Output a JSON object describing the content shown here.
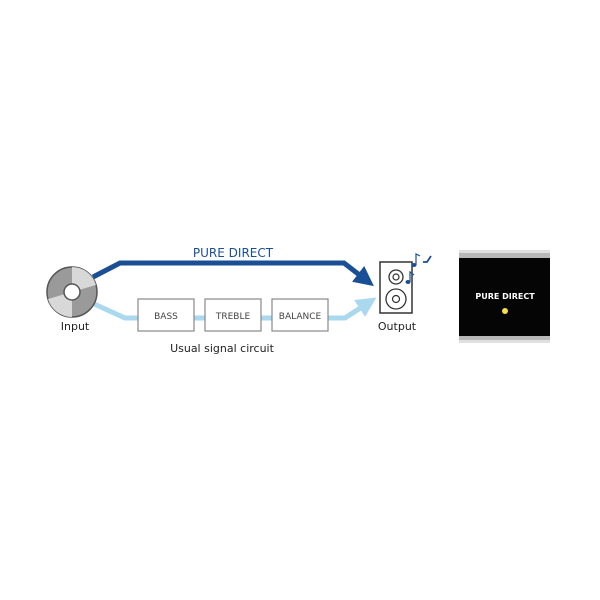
{
  "diagram": {
    "direct_path_label": "PURE DIRECT",
    "input_label": "Input",
    "output_label": "Output",
    "circuit_label": "Usual signal circuit",
    "stages": [
      "BASS",
      "TREBLE",
      "BALANCE"
    ]
  },
  "panel": {
    "label": "PURE DIRECT",
    "indicator_color": "#f5e04a"
  },
  "colors": {
    "direct_path": "#1a4f96",
    "usual_path": "#a9d8ef",
    "label_blue": "#1a4f96"
  }
}
